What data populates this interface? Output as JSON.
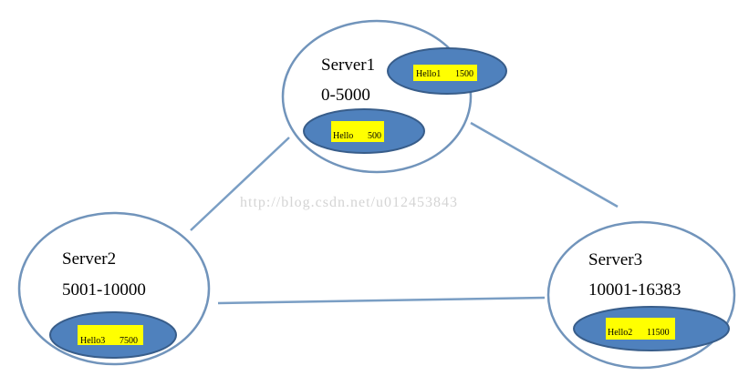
{
  "diagram": {
    "colors": {
      "ring": "#7194bb",
      "link": "#7a9ec4",
      "key_fill": "#4f81bd",
      "key_stroke": "#385d8a",
      "label_highlight": "#ffff00",
      "watermark": "#d4d4d4"
    },
    "watermark": "http://blog.csdn.net/u012453843",
    "servers": [
      {
        "name": "Server1",
        "range": "0-5000"
      },
      {
        "name": "Server2",
        "range": "5001-10000"
      },
      {
        "name": "Server3",
        "range": "10001-16383"
      }
    ],
    "keys": [
      {
        "name": "Hello1",
        "slot": "1500"
      },
      {
        "name": "Hello",
        "slot": "500"
      },
      {
        "name": "Hello3",
        "slot": "7500"
      },
      {
        "name": "Hello2",
        "slot": "11500"
      }
    ]
  }
}
